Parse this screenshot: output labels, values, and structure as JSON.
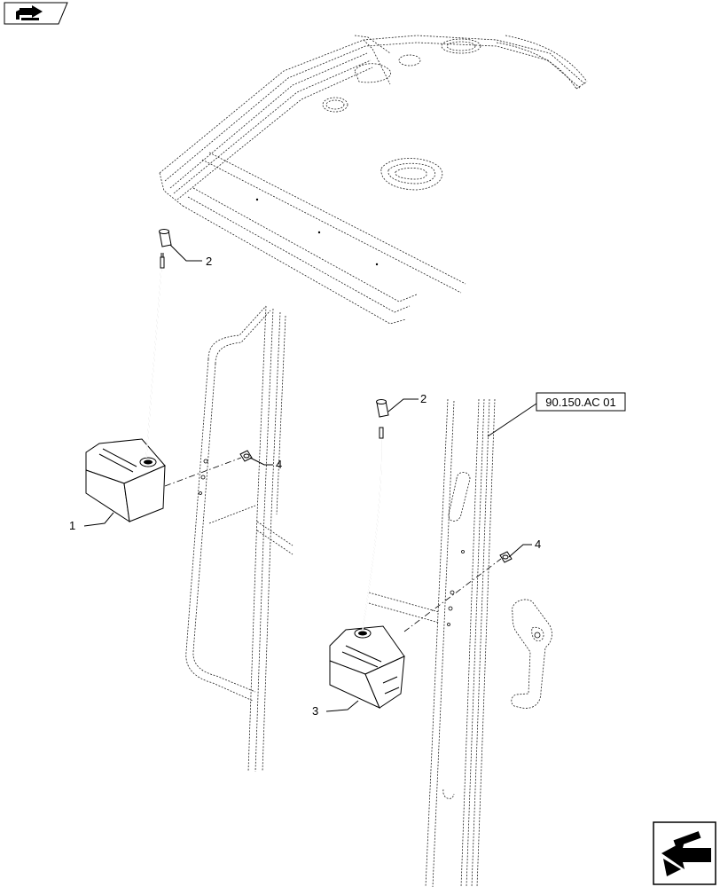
{
  "callouts": {
    "c1": "1",
    "c2a": "2",
    "c2b": "2",
    "c3": "3",
    "c4a": "4",
    "c4b": "4"
  },
  "reference": {
    "label": "90.150.AC 01"
  },
  "icons": {
    "top_left": "book-arrow-icon",
    "bottom_right": "next-page-arrow-icon"
  }
}
